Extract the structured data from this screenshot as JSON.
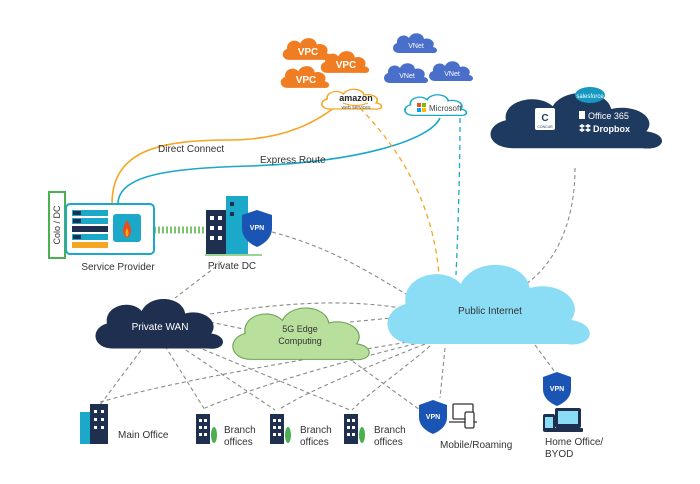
{
  "colors": {
    "aws_orange": "#F5A623",
    "vpc_orange": "#F07D22",
    "azure_blue": "#4A90D9",
    "vnet_blue": "#4A6FCB",
    "teal": "#1BA8C9",
    "navy": "#1F2F4F",
    "public_internet": "#8ADDF5",
    "edge_green": "#B9DF9C",
    "saas_navy": "#1F3A5F",
    "colo_green": "#4CAF50",
    "dashed_gray": "#8A8A8A"
  },
  "clouds": {
    "vpc": [
      "VPC",
      "VPC",
      "VPC"
    ],
    "vnet": [
      "VNet",
      "VNet",
      "VNet"
    ],
    "amazon_badge": "amazon",
    "amazon_sub": "web services",
    "microsoft_badge": "Microsoft",
    "saas": {
      "salesforce": "salesforce",
      "office": "Office 365",
      "dropbox": "Dropbox",
      "concur": "CONCUR"
    }
  },
  "links": {
    "direct_connect": "Direct Connect",
    "express_route": "Express Route"
  },
  "nodes": {
    "colo_dc": "Colo / DC",
    "service_provider": "Service Provider",
    "private_dc": "Private DC",
    "private_wan": "Private WAN",
    "edge_line1": "5G Edge",
    "edge_line2": "Computing",
    "public_internet": "Public Internet",
    "vpn": "VPN"
  },
  "sites": {
    "main_office": "Main Office",
    "branch_line1": "Branch",
    "branch_line2": "offices",
    "mobile": "Mobile/Roaming",
    "home_line1": "Home Office/",
    "home_line2": "BYOD"
  }
}
